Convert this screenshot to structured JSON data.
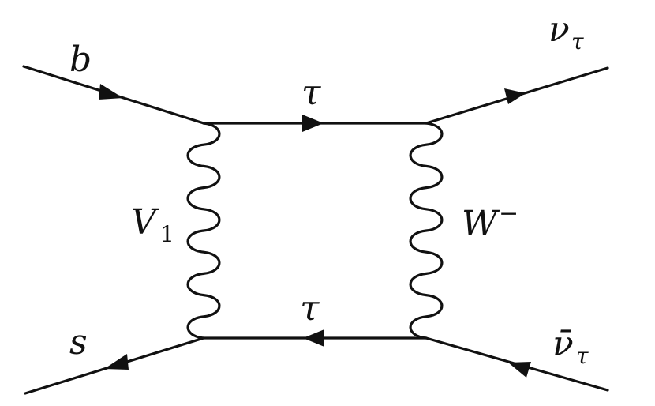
{
  "labels": {
    "b": "b",
    "s": "s",
    "nu": "ν",
    "nu_sub": "τ",
    "nubar": "ν̄",
    "nubar_sub": "τ",
    "tau_top": "τ",
    "tau_bottom": "τ",
    "v": "V",
    "v_sub": "1",
    "w": "W",
    "w_sup": "−"
  }
}
